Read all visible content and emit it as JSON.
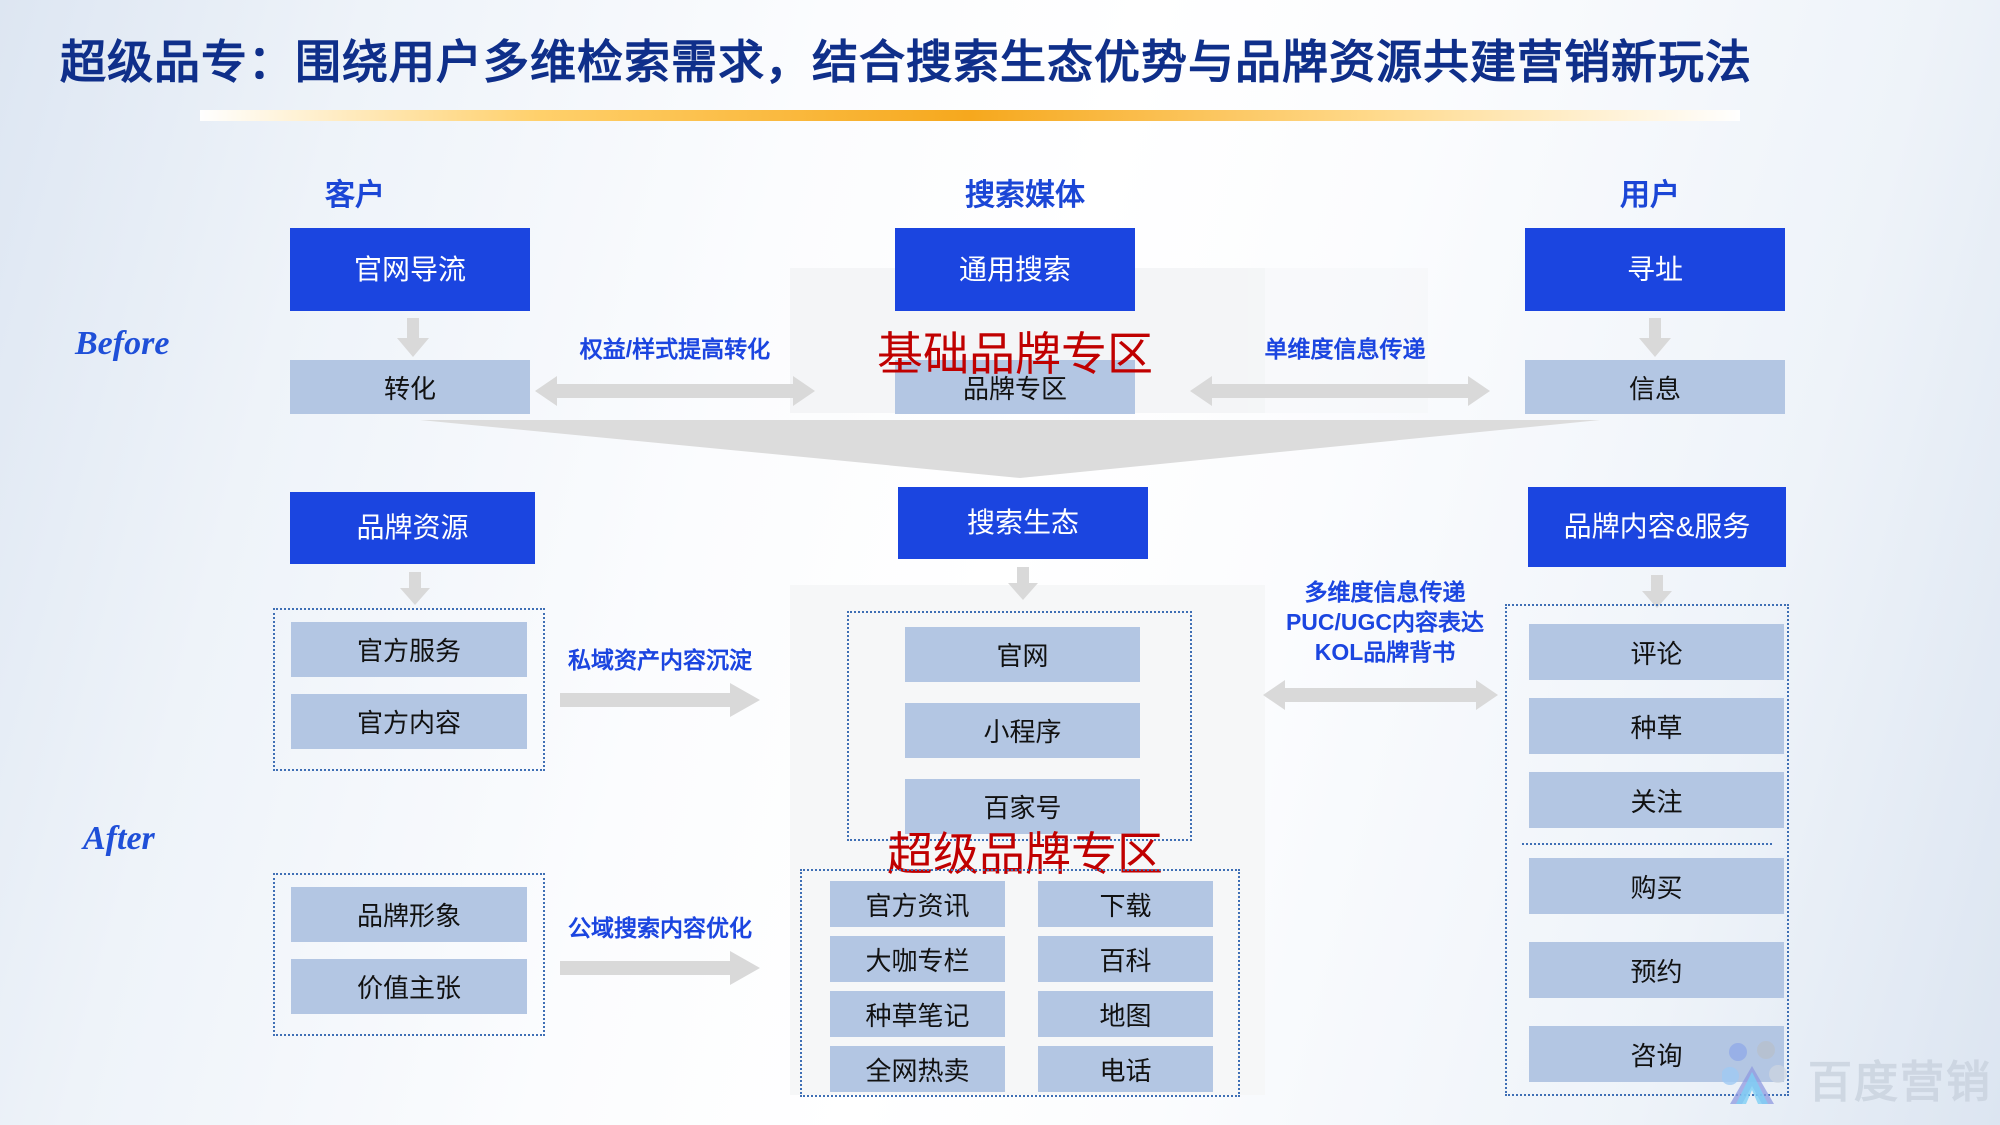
{
  "slide": {
    "title": "超级品专：围绕用户多维检索需求，结合搜索生态优势与品牌资源共建营销新玩法",
    "accent_blue": "#1b45e0",
    "accent_gold": "#f6a81d",
    "highlight_red": "#c00000"
  },
  "column_headers": [
    {
      "label": "客户"
    },
    {
      "label": "搜索媒体"
    },
    {
      "label": "用户"
    }
  ],
  "row_labels": {
    "before": "Before",
    "after": "After"
  },
  "before": {
    "customer": {
      "primary": "官网导流",
      "secondary": "转化"
    },
    "media": {
      "primary": "通用搜索",
      "secondary": "品牌专区",
      "overlay_label": "基础品牌专区"
    },
    "user": {
      "primary": "寻址",
      "secondary": "信息"
    },
    "connector_left": "权益/样式提高转化",
    "connector_right": "单维度信息传递"
  },
  "after": {
    "overlay_label": "超级品牌专区",
    "customer": {
      "primary": "品牌资源",
      "group_private": [
        "官方服务",
        "官方内容"
      ],
      "group_public": [
        "品牌形象",
        "价值主张"
      ]
    },
    "media": {
      "primary": "搜索生态",
      "group_top": [
        "官网",
        "小程序",
        "百家号"
      ],
      "group_bottom_left": [
        "官方资讯",
        "大咖专栏",
        "种草笔记",
        "全网热卖"
      ],
      "group_bottom_right": [
        "下载",
        "百科",
        "地图",
        "电话"
      ]
    },
    "user": {
      "primary": "品牌内容&服务",
      "group_top": [
        "评论",
        "种草",
        "关注"
      ],
      "group_bottom": [
        "购买",
        "预约",
        "咨询"
      ]
    },
    "connector_private": "私域资产内容沉淀",
    "connector_public": "公域搜索内容优化",
    "connector_right_lines": [
      "多维度信息传递",
      "PUC/UGC内容表达",
      "KOL品牌背书"
    ]
  },
  "watermark": {
    "text": "百度营销"
  }
}
